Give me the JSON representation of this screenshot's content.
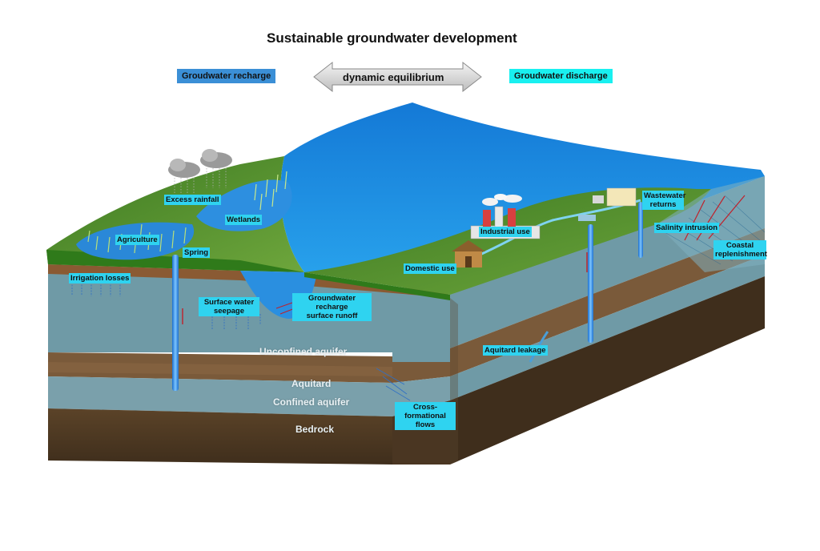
{
  "title": "Sustainable groundwater development",
  "header": {
    "recharge": "Groudwater recharge",
    "equilibrium": "dynamic equilibrium",
    "discharge": "Groudwater discharge"
  },
  "labels": {
    "excess_rainfall": "Excess rainfall",
    "wetlands": "Wetlands",
    "agriculture": "Agriculture",
    "spring": "Spring",
    "irrigation_losses": "Irrigation  losses",
    "surface_water_seepage_1": "Surface water",
    "surface_water_seepage_2": "seepage",
    "gw_recharge_runoff_1": "Groundwater recharge",
    "gw_recharge_runoff_2": "surface runoff",
    "industrial_use": "Industrial  use",
    "domestic_use": "Domestic  use",
    "wastewater_1": "Wastewater",
    "wastewater_2": "returns",
    "salinity_intrusion": "Salinity intrusion",
    "coastal_1": "Coastal",
    "coastal_2": "replenishment",
    "aquitard_leakage": "Aquitard leakage",
    "cross_formational_1": "Cross-formational",
    "cross_formational_2": "flows"
  },
  "layers": {
    "unconfined": "Unconfined aquifer",
    "aquitard": "Aquitard",
    "confined": "Confined aquifer",
    "bedrock": "Bedrock"
  },
  "colors": {
    "recharge_box": "#3b8fd6",
    "discharge_box": "#19f0f0",
    "label_bg": "#2fd3f0",
    "sea": "#1a8fe0",
    "grass": "#4e8a2a",
    "soil": "#8a5a33",
    "aquifer": "#6f9aa6",
    "aquitard": "#7a5a3a",
    "bedrock": "#4e3a26"
  }
}
